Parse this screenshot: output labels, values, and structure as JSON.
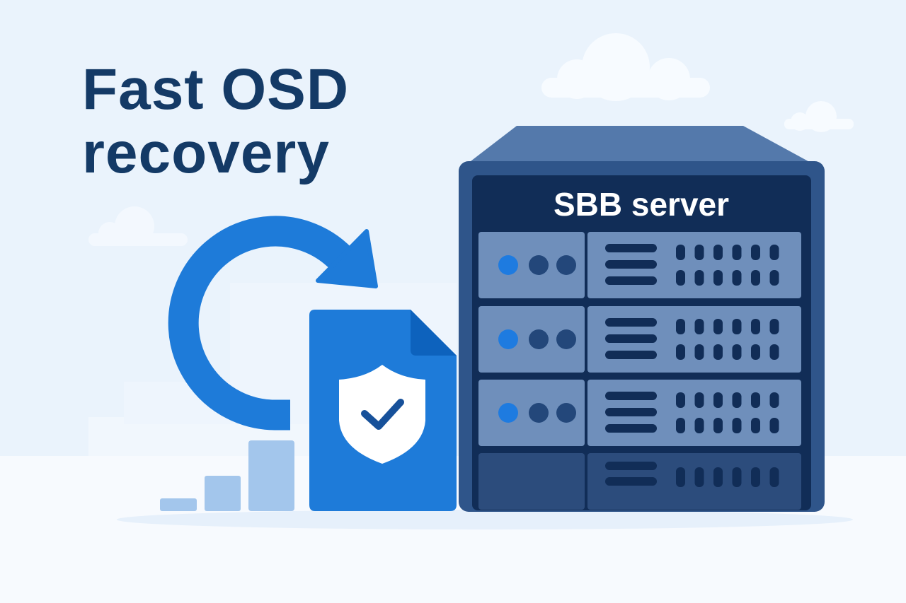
{
  "headline": {
    "line1": "Fast OSD",
    "line2": "recovery"
  },
  "server": {
    "label": "SBB server",
    "rows": 4
  },
  "colors": {
    "background": "#eaf3fc",
    "title": "#143a66",
    "accent_blue": "#1e7bd9",
    "server_body": "#2f558a",
    "server_panel": "#112d57",
    "bars": "#a3c6ec"
  },
  "icons": [
    "refresh-arrow-icon",
    "document-icon",
    "shield-check-icon",
    "server-icon",
    "bar-chart-icon",
    "cloud-icon"
  ]
}
